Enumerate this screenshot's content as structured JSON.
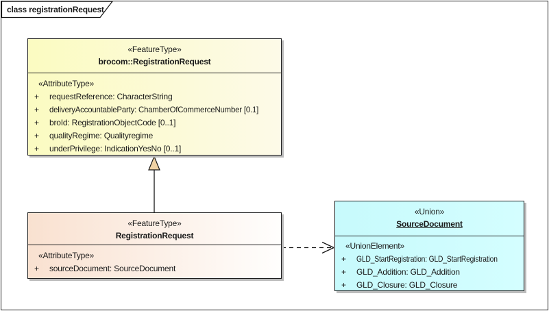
{
  "frame": {
    "tab_label": "class registrationRequest"
  },
  "colors": {
    "yellow_fill_left": "#fbfbc1",
    "yellow_fill_right": "#fdfae8",
    "peach_fill_left": "#f9e1d0",
    "peach_fill_right": "#ffffff",
    "cyan_fill_left": "#c7fafc",
    "cyan_fill_right": "#d4feff",
    "border": "#1c1c1c",
    "shadow": "#bcbcbc",
    "generalization_arrow_fill": "#f0d2a4"
  },
  "classes": {
    "brocom": {
      "stereotype": "«FeatureType»",
      "name": "brocom::RegistrationRequest",
      "section_label": "«AttributeType»",
      "attributes": [
        {
          "vis": "+",
          "text": "requestReference: CharacterString"
        },
        {
          "vis": "+",
          "text": "deliveryAccountableParty: ChamberOfCommerceNumber [0.1]"
        },
        {
          "vis": "+",
          "text": "broId: RegistrationObjectCode [0..1]"
        },
        {
          "vis": "+",
          "text": "qualityRegime: Qualityregime"
        },
        {
          "vis": "+",
          "text": "underPrivilege: IndicationYesNo [0..1]"
        }
      ]
    },
    "registrationRequest": {
      "stereotype": "«FeatureType»",
      "name": "RegistrationRequest",
      "section_label": "«AttributeType»",
      "attributes": [
        {
          "vis": "+",
          "text": "sourceDocument: SourceDocument"
        }
      ]
    },
    "sourceDocument": {
      "stereotype": "«Union»",
      "name": "SourceDocument",
      "section_label": "«UnionElement»",
      "attributes": [
        {
          "vis": "+",
          "text": "GLD_StartRegistration: GLD_StartRegistration"
        },
        {
          "vis": "+",
          "text": "GLD_Addition: GLD_Addition"
        },
        {
          "vis": "+",
          "text": "GLD_Closure: GLD_Closure"
        }
      ]
    }
  },
  "connectors": [
    {
      "type": "generalization",
      "from": "RegistrationRequest",
      "to": "brocom::RegistrationRequest",
      "line": "solid"
    },
    {
      "type": "dependency",
      "from": "RegistrationRequest",
      "to": "SourceDocument",
      "line": "dashed"
    }
  ]
}
